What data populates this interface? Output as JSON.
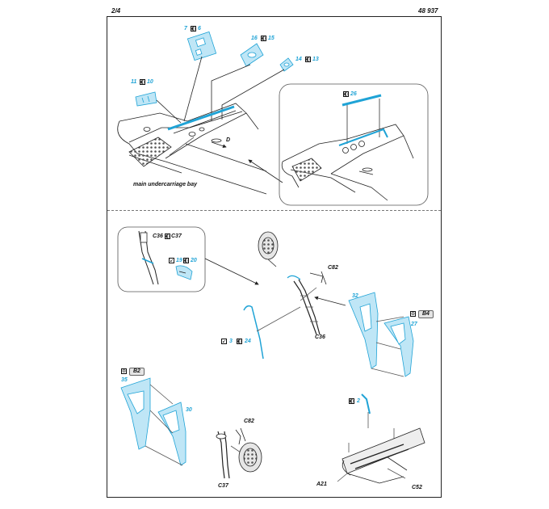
{
  "header": {
    "page": "2/4",
    "code": "48 937"
  },
  "top": {
    "parts": [
      {
        "left": "7",
        "right": "6"
      },
      {
        "left": "16",
        "right": "15"
      },
      {
        "left": "14",
        "right": "13"
      },
      {
        "left": "11",
        "right": "10"
      },
      {
        "right": "26"
      }
    ],
    "point_d": "D",
    "caption": "main undercarriage bay"
  },
  "bottom": {
    "inset": {
      "part_a": "C36",
      "part_b": "C37",
      "left": "19",
      "right": "20"
    },
    "c82_a": "C82",
    "c36": "C36",
    "p32": "32",
    "p27": "27",
    "ref_b4": "B4",
    "wire": {
      "left": "3",
      "right": "24"
    },
    "ref_b2": "B2",
    "p35": "35",
    "p30": "30",
    "c82_b": "C82",
    "c37": "C37",
    "p2": "2",
    "a21": "A21",
    "c52": "C52"
  },
  "colors": {
    "pe": "#1fa3d6",
    "pe_fill": "#bfe6f6",
    "ink": "#222222"
  },
  "icons": [
    "photo-etch-icon",
    "bend-icon",
    "reference-icon"
  ]
}
